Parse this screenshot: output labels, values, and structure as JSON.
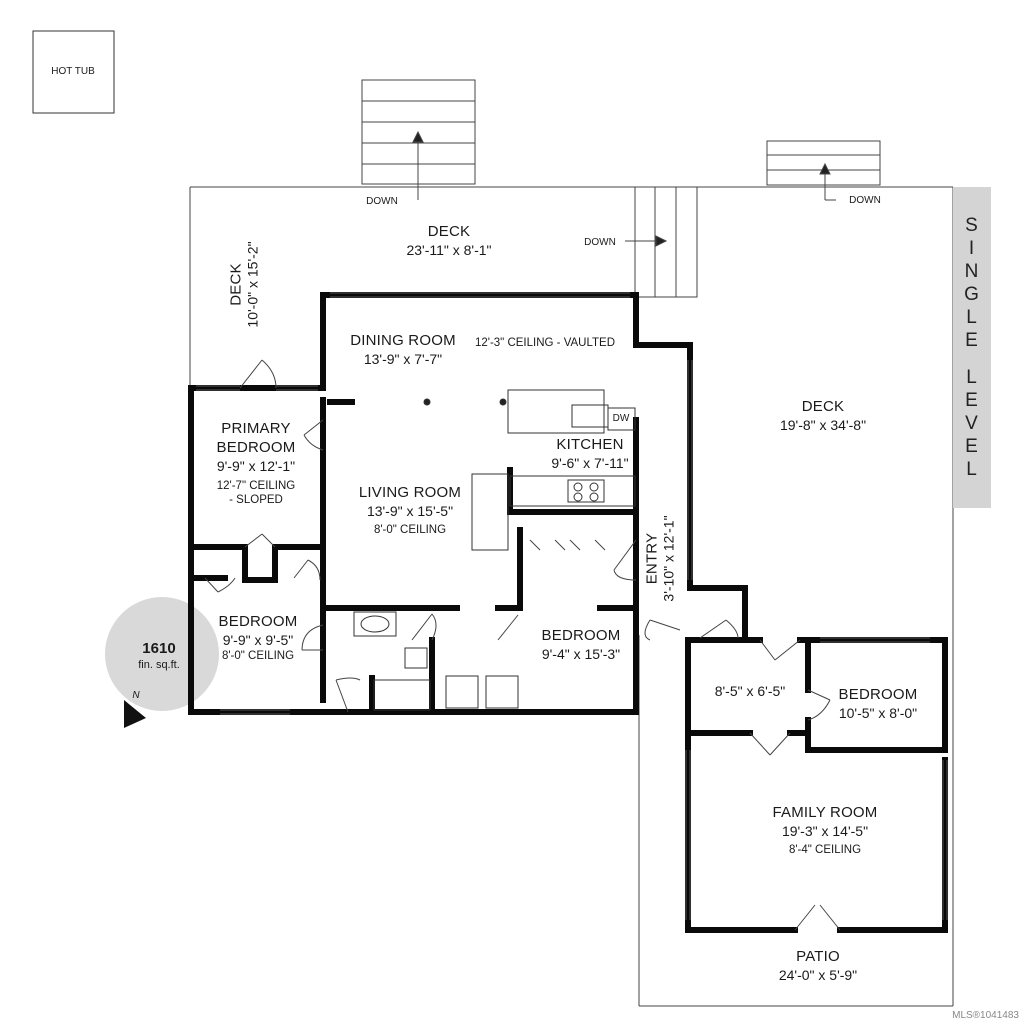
{
  "hot_tub": "HOT TUB",
  "level_label": [
    "S",
    "I",
    "N",
    "G",
    "L",
    "E",
    "",
    "L",
    "E",
    "V",
    "E",
    "L"
  ],
  "stairs": {
    "down1": "DOWN",
    "down2": "DOWN",
    "down3": "DOWN"
  },
  "rooms": {
    "deck_top": {
      "name": "DECK",
      "dim": "23'-11\" x 8'-1\""
    },
    "deck_left": {
      "name": "DECK",
      "dim": "10'-0\" x 15'-2\""
    },
    "deck_right": {
      "name": "DECK",
      "dim": "19'-8\" x 34'-8\""
    },
    "dining": {
      "name": "DINING ROOM",
      "dim": "13'-9\" x 7'-7\"",
      "note": "12'-3\" CEILING - VAULTED"
    },
    "primary": {
      "name1": "PRIMARY",
      "name2": "BEDROOM",
      "dim": "9'-9\" x 12'-1\"",
      "note1": "12'-7\" CEILING",
      "note2": "- SLOPED"
    },
    "kitchen": {
      "name": "KITCHEN",
      "dim": "9'-6\" x 7'-11\"",
      "dw": "DW"
    },
    "living": {
      "name": "LIVING ROOM",
      "dim": "13'-9\" x 15'-5\"",
      "note": "8'-0\" CEILING"
    },
    "entry": {
      "name": "ENTRY",
      "dim": "3'-10\" x 12'-1\""
    },
    "bedroom_left": {
      "name": "BEDROOM",
      "dim": "9'-9\" x 9'-5\"",
      "note": "8'-0\" CEILING"
    },
    "bedroom_mid": {
      "name": "BEDROOM",
      "dim": "9'-4\" x 15'-3\""
    },
    "hall_small": {
      "dim": "8'-5\" x 6'-5\""
    },
    "bedroom_right": {
      "name": "BEDROOM",
      "dim": "10'-5\" x 8'-0\""
    },
    "family": {
      "name": "FAMILY ROOM",
      "dim": "19'-3\" x 14'-5\"",
      "note": "8'-4\" CEILING"
    },
    "patio": {
      "name": "PATIO",
      "dim": "24'-0\" x 5'-9\""
    }
  },
  "area": {
    "value": "1610",
    "unit": "fin. sq.ft."
  },
  "compass": "N",
  "mls": "MLS®1041483"
}
